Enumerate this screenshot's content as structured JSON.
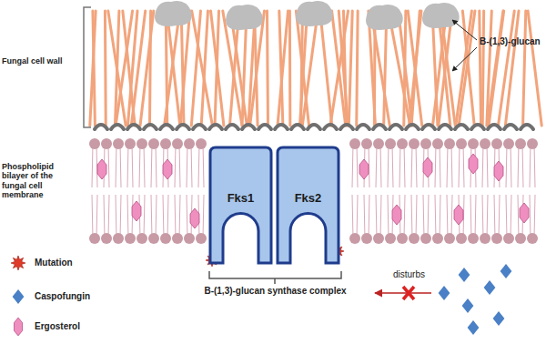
{
  "diagram": {
    "nodes": [
      {
        "text": [
          "Fks1"
        ]
      },
      {
        "text": [
          "Fks2"
        ]
      }
    ],
    "labels": [
      "Fungal cell wall",
      "B-(1,3)-glucan",
      "Phospholipid bilayer of the fungal cell membrane",
      "B-(1,3)-glucan synthase complex",
      "disturbs"
    ],
    "legend": [
      {
        "text": "Mutation"
      },
      {
        "text": "Caspofungin"
      },
      {
        "text": "Ergosterol"
      }
    ]
  }
}
